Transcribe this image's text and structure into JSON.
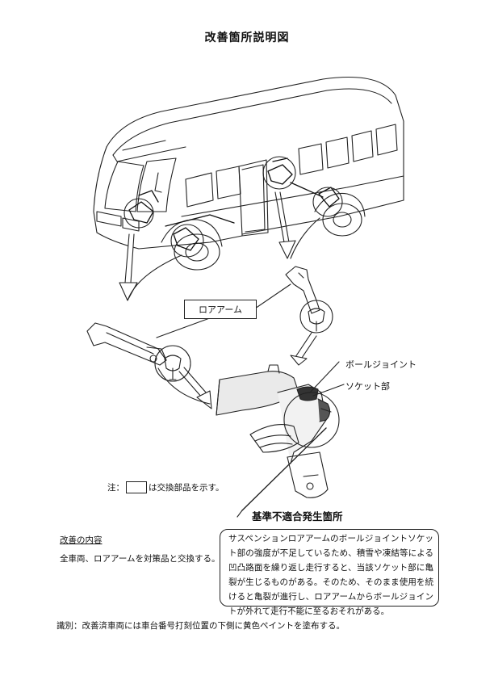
{
  "title": "改善箇所説明図",
  "labels": {
    "lower_arm": "ロアアーム",
    "ball_joint": "ボールジョイント",
    "socket": "ソケット部"
  },
  "note": {
    "prefix": "注：",
    "suffix": "は交換部品を示す。"
  },
  "defect_location": "基準不適合発生箇所",
  "improvement": {
    "heading": "改善の内容",
    "text": "全車両、ロアアームを対策品と交換する。"
  },
  "cause_text": "サスペンションロアアームのボールジョイントソケット部の強度が不足しているため、積雪や凍結等による凹凸路面を繰り返し走行すると、当該ソケット部に亀裂が生じるものがある。そのため、そのまま使用を続けると亀裂が進行し、ロアアームからボールジョイントが外れて走行不能に至るおそれがある。",
  "identification": "識別：改善済車両には車台番号打刻位置の下側に黄色ペイントを塗布する。"
}
